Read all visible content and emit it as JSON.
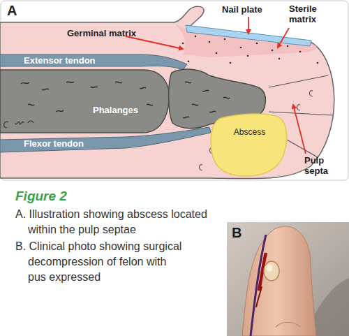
{
  "diagram": {
    "title": "Figure 2",
    "nodes": [
      {
        "text": [
          "Abscess"
        ]
      }
    ],
    "labels": [
      "A",
      "Nail plate",
      "Germinal matrix",
      "Sterile matrix",
      "Extensor tendon",
      "Phalanges",
      "Flexor tendon",
      "Pulp septa",
      "B",
      "A. Illustration showing abscess located within the pulp septae",
      "B. Clinical photo showing surgical decompression of felon with pus expressed"
    ]
  }
}
